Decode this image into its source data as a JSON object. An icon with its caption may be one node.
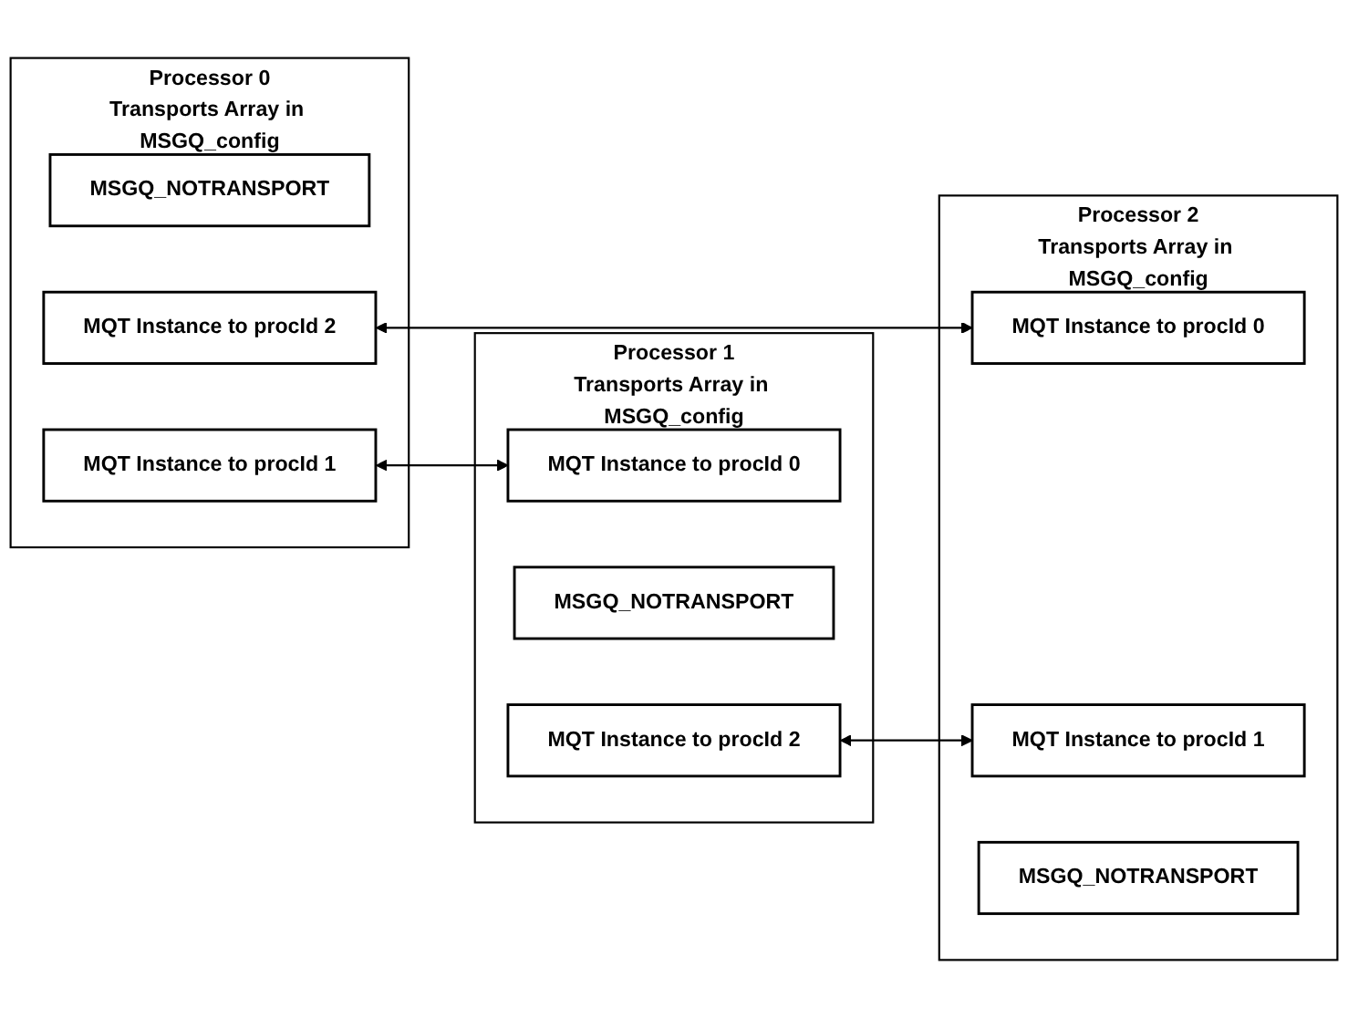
{
  "diagram": {
    "nodes": [
      {
        "text": [
          "Processor 0",
          "Transports Array in MSGQ_config"
        ]
      },
      {
        "text": [
          "MSGQ_NOTRANSPORT"
        ],
        "in": 0
      },
      {
        "text": [
          "MQT Instance to procId 1"
        ],
        "in": 0
      },
      {
        "text": [
          "MQT Instance to procId 2"
        ],
        "in": 0
      },
      {
        "text": [
          "Processor 1",
          "Transports Array in MSGQ_config"
        ]
      },
      {
        "text": [
          "MQT Instance to procId 0"
        ],
        "in": 4
      },
      {
        "text": [
          "MSGQ_NOTRANSPORT"
        ],
        "in": 4
      },
      {
        "text": [
          "MQT Instance to procId 2"
        ],
        "in": 4
      },
      {
        "text": [
          "Processor 2",
          "Transports Array in MSGQ_config"
        ]
      },
      {
        "text": [
          "MQT Instance to procId 0"
        ],
        "in": 8
      },
      {
        "text": [
          "MQT Instance to procId 1"
        ],
        "in": 8
      },
      {
        "text": [
          "MSGQ_NOTRANSPORT"
        ],
        "in": 8
      }
    ],
    "edges": [
      {
        "from": 2,
        "to": 5,
        "arrow": "both"
      },
      {
        "from": 3,
        "to": 9,
        "arrow": "both"
      },
      {
        "from": 7,
        "to": 10,
        "arrow": "both"
      }
    ]
  }
}
